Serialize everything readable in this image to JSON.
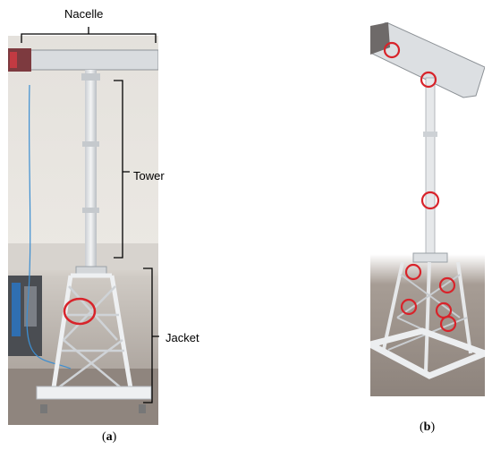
{
  "labels": {
    "nacelle": "Nacelle",
    "tower": "Tower",
    "jacket": "Jacket"
  },
  "captions": {
    "a": "a",
    "b": "b"
  },
  "colors": {
    "annotation_circle": "#d8232a",
    "bracket": "#000000",
    "wall": "#e9e6e1",
    "floor": "#8a8079",
    "structure": "#dfe2e4"
  }
}
